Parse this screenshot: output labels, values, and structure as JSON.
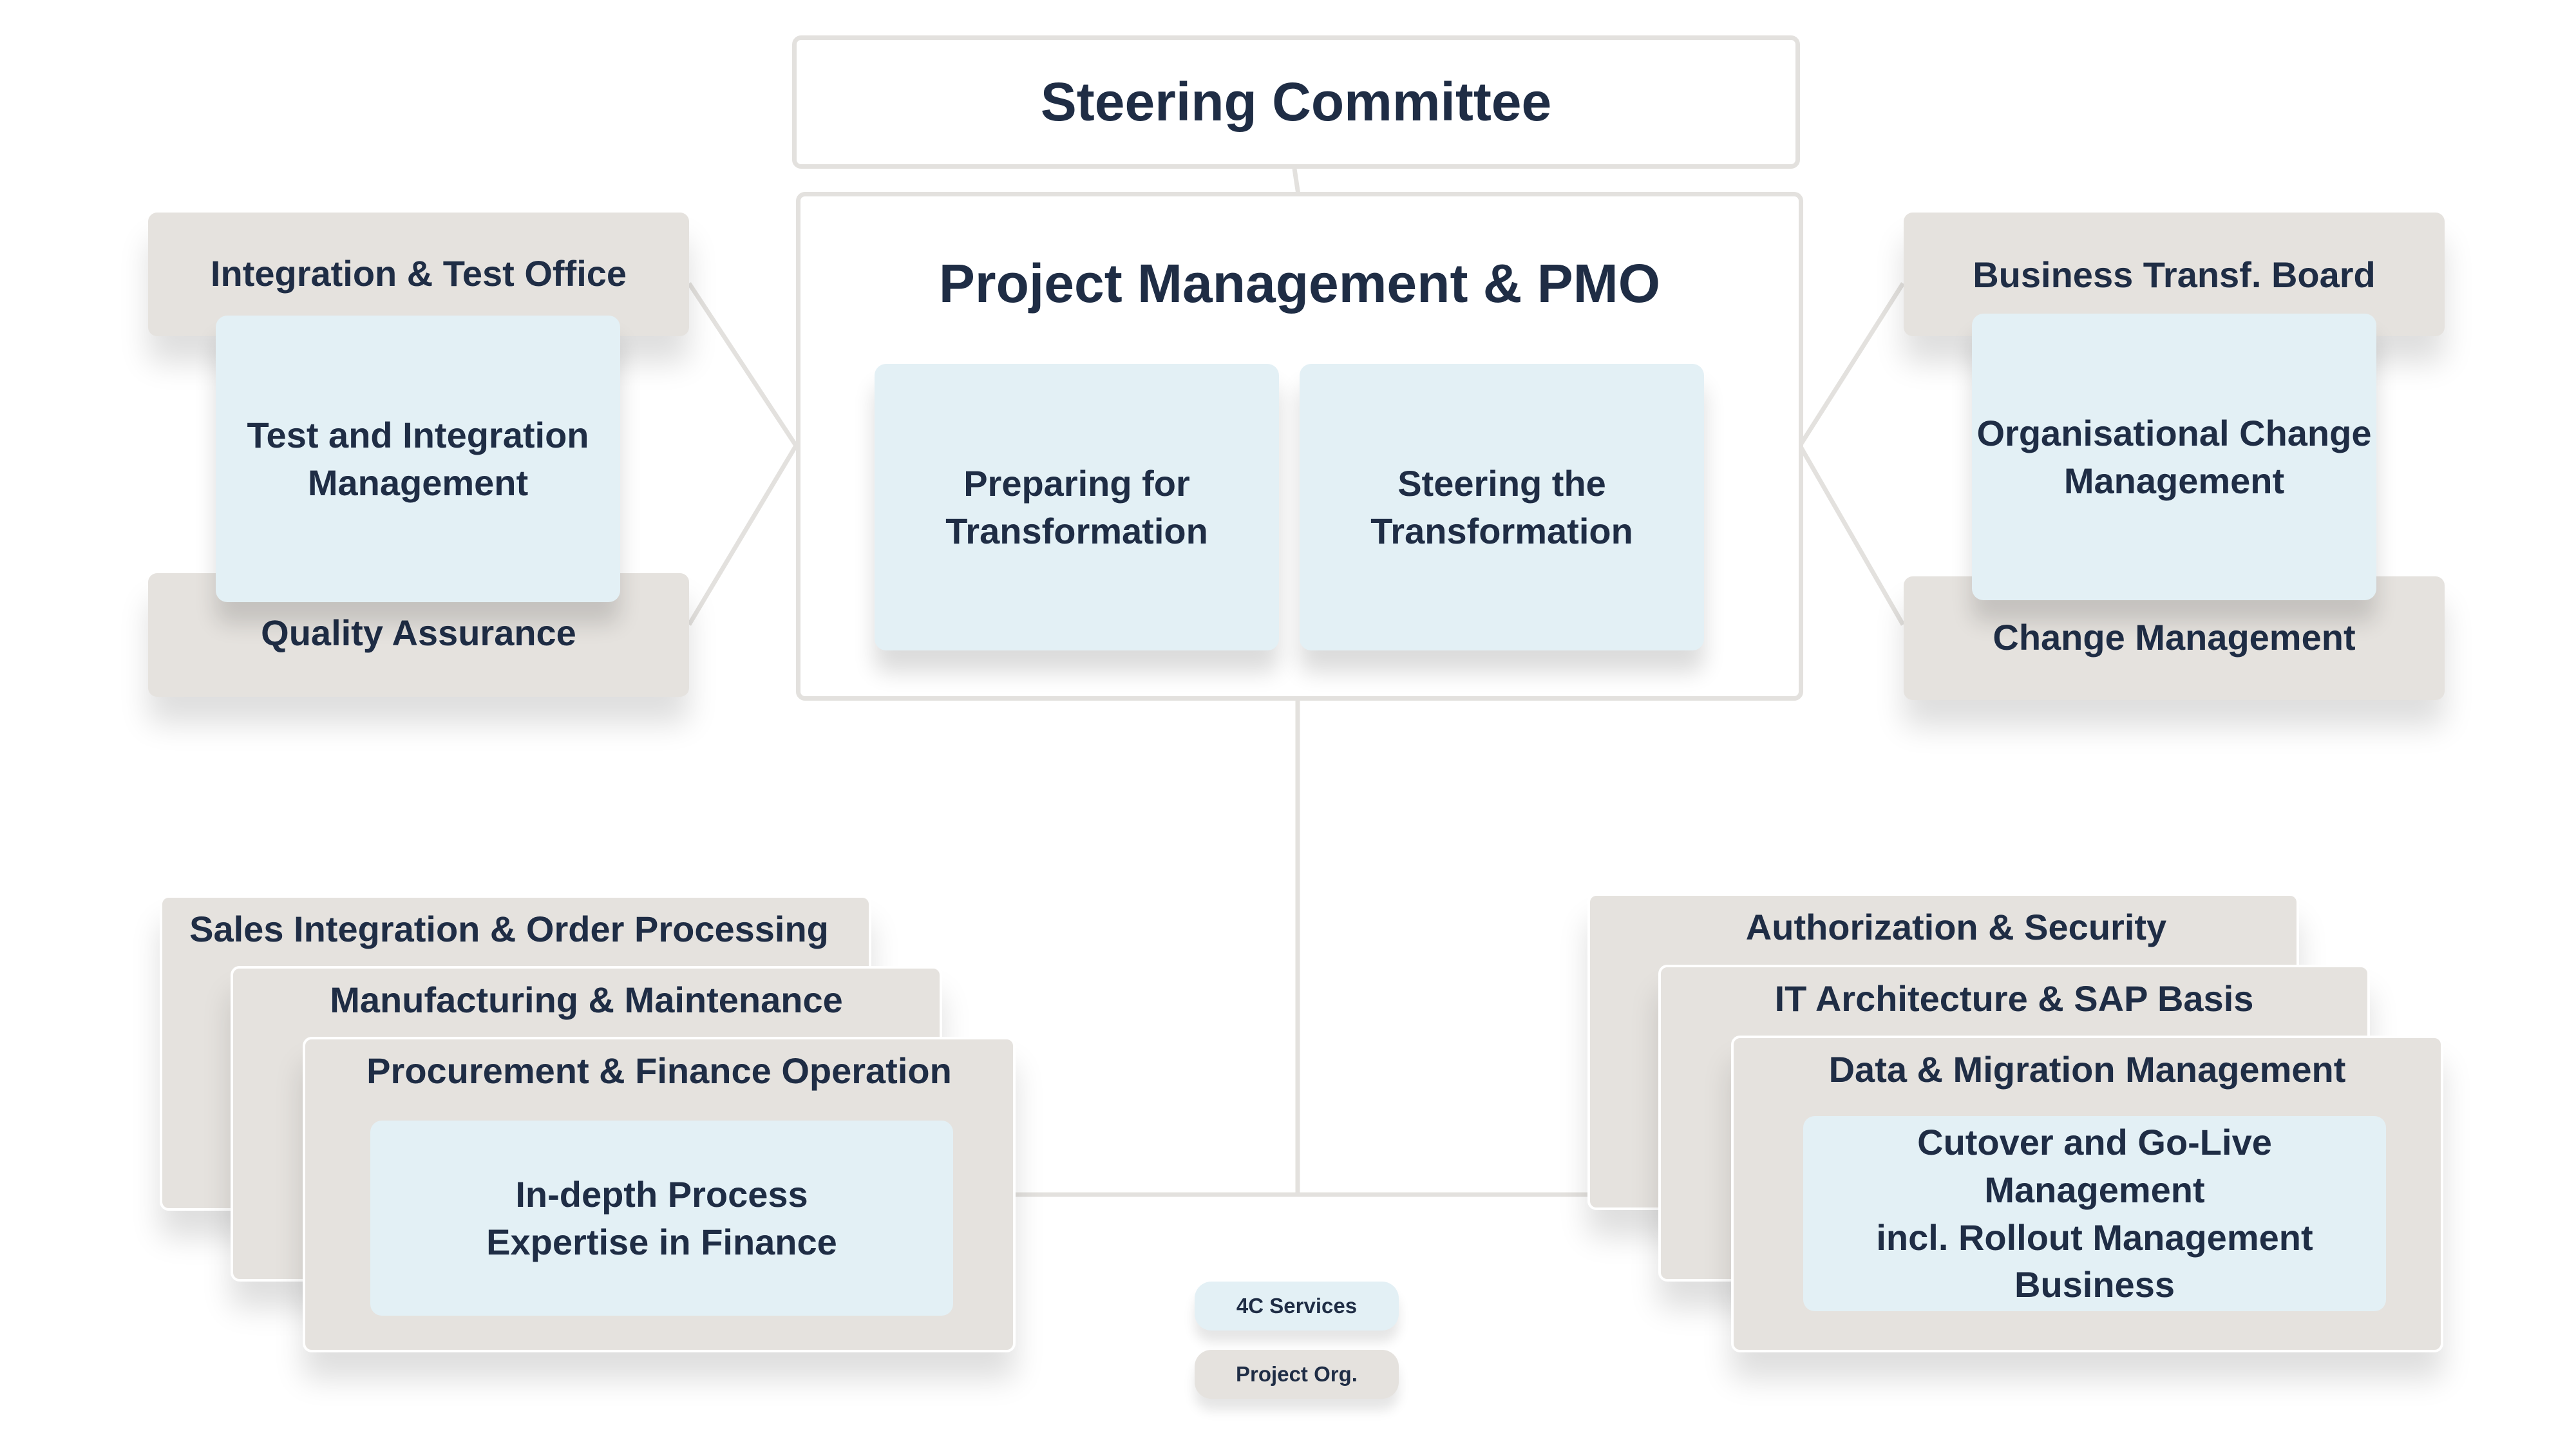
{
  "steering_committee": "Steering Committee",
  "pmo": {
    "title": "Project Management & PMO",
    "item_1": "Preparing for\nTransformation",
    "item_2": "Steering the\nTransformation"
  },
  "left_group": {
    "top": "Integration & Test Office",
    "center": "Test and Integration\nManagement",
    "bottom": "Quality Assurance"
  },
  "right_group": {
    "top": "Business Transf. Board",
    "center": "Organisational Change\nManagement",
    "bottom": "Change Management"
  },
  "bottom_left_stack": {
    "card_1": "Sales Integration & Order Processing",
    "card_2": "Manufacturing & Maintenance",
    "card_3": "Procurement & Finance Operation",
    "inner": "In-depth Process\nExpertise in Finance"
  },
  "bottom_right_stack": {
    "card_1": "Authorization & Security",
    "card_2": "IT Architecture & SAP Basis",
    "card_3": "Data & Migration Management",
    "inner": "Cutover and Go-Live Management\nincl. Rollout Management Business"
  },
  "legend": {
    "services": "4C Services",
    "project_org": "Project Org."
  },
  "colors": {
    "text": "#1f2d45",
    "grey_box": "#e5e2de",
    "blue_box": "#e3f0f5",
    "connector": "#e3e1de"
  }
}
